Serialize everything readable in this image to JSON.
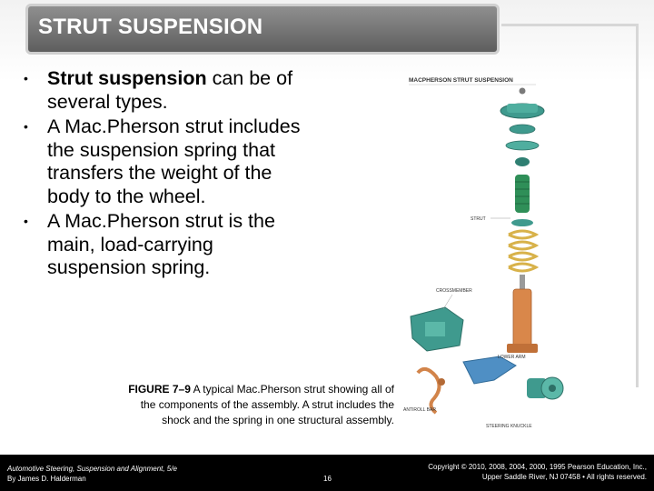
{
  "slide": {
    "title": "STRUT SUSPENSION",
    "bullets": [
      {
        "bold": "Strut suspension",
        "rest": " can be of several types."
      },
      {
        "bold": "",
        "rest": "A Mac.Pherson strut includes the suspension spring that transfers the weight of the body to the wheel."
      },
      {
        "bold": "",
        "rest": "A Mac.Pherson strut is the main, load-carrying suspension spring."
      }
    ],
    "bullet_glyph": "•",
    "caption_label": "FIGURE 7–9",
    "caption_text": " A typical Mac.Pherson strut showing all of the components of the assembly. A strut includes the shock and the spring in one structural assembly."
  },
  "figure": {
    "title": "MACPHERSON STRUT SUSPENSION",
    "labels": {
      "strut": "STRUT",
      "crossmember": "CROSSMEMBER",
      "lower_arm": "LOWER ARM",
      "antiroll_bar": "ANTIROLL BAR",
      "steering_knuckle": "STEERING KNUCKLE"
    },
    "colors": {
      "teal": "#3f9a8e",
      "spring_yellow": "#d8b24a",
      "shock_orange": "#d9874a",
      "arm_blue": "#4f8fc4",
      "bar_orange": "#d2844a"
    }
  },
  "footer": {
    "book_title": "Automotive Steering, Suspension and Alignment, 5/e",
    "author": "By James D. Halderman",
    "page_number": "16",
    "copyright_line1": "Copyright © 2010, 2008, 2004, 2000, 1995 Pearson Education, Inc.,",
    "copyright_line2": "Upper Saddle River, NJ 07458 • All rights reserved."
  }
}
